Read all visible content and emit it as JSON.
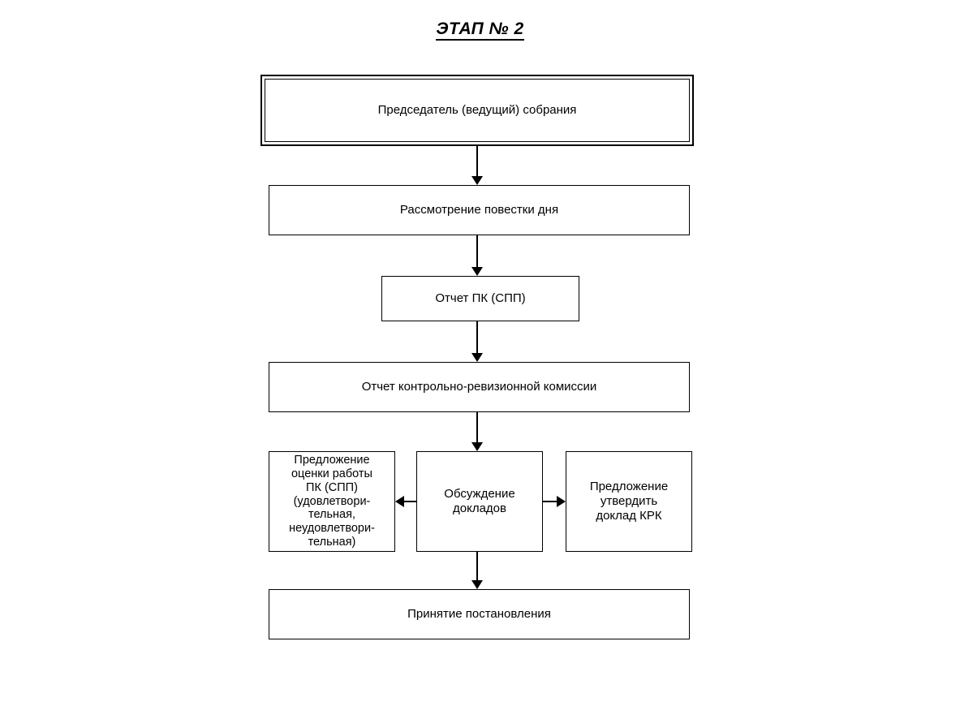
{
  "title": "ЭТАП № 2",
  "nodes": {
    "chairman": {
      "label": "Председатель (ведущий) собрания"
    },
    "agenda": {
      "label": "Рассмотрение повестки дня"
    },
    "report_pk": {
      "label": "Отчет ПК (СПП)"
    },
    "report_krk": {
      "label": "Отчет контрольно-ревизионной комиссии"
    },
    "proposal_eval": {
      "label": "Предложение\nоценки работы\nПК (СПП)\n(удовлетвори-\nтельная,\nнеудовлетвори-\nтельная)"
    },
    "discussion": {
      "label": "Обсуждение\nдокладов"
    },
    "proposal_krk": {
      "label": "Предложение\nутвердить\nдоклад КРК"
    },
    "resolution": {
      "label": "Принятие постановления"
    }
  },
  "colors": {
    "line": "#000000",
    "text": "#000000",
    "background": "#ffffff"
  }
}
